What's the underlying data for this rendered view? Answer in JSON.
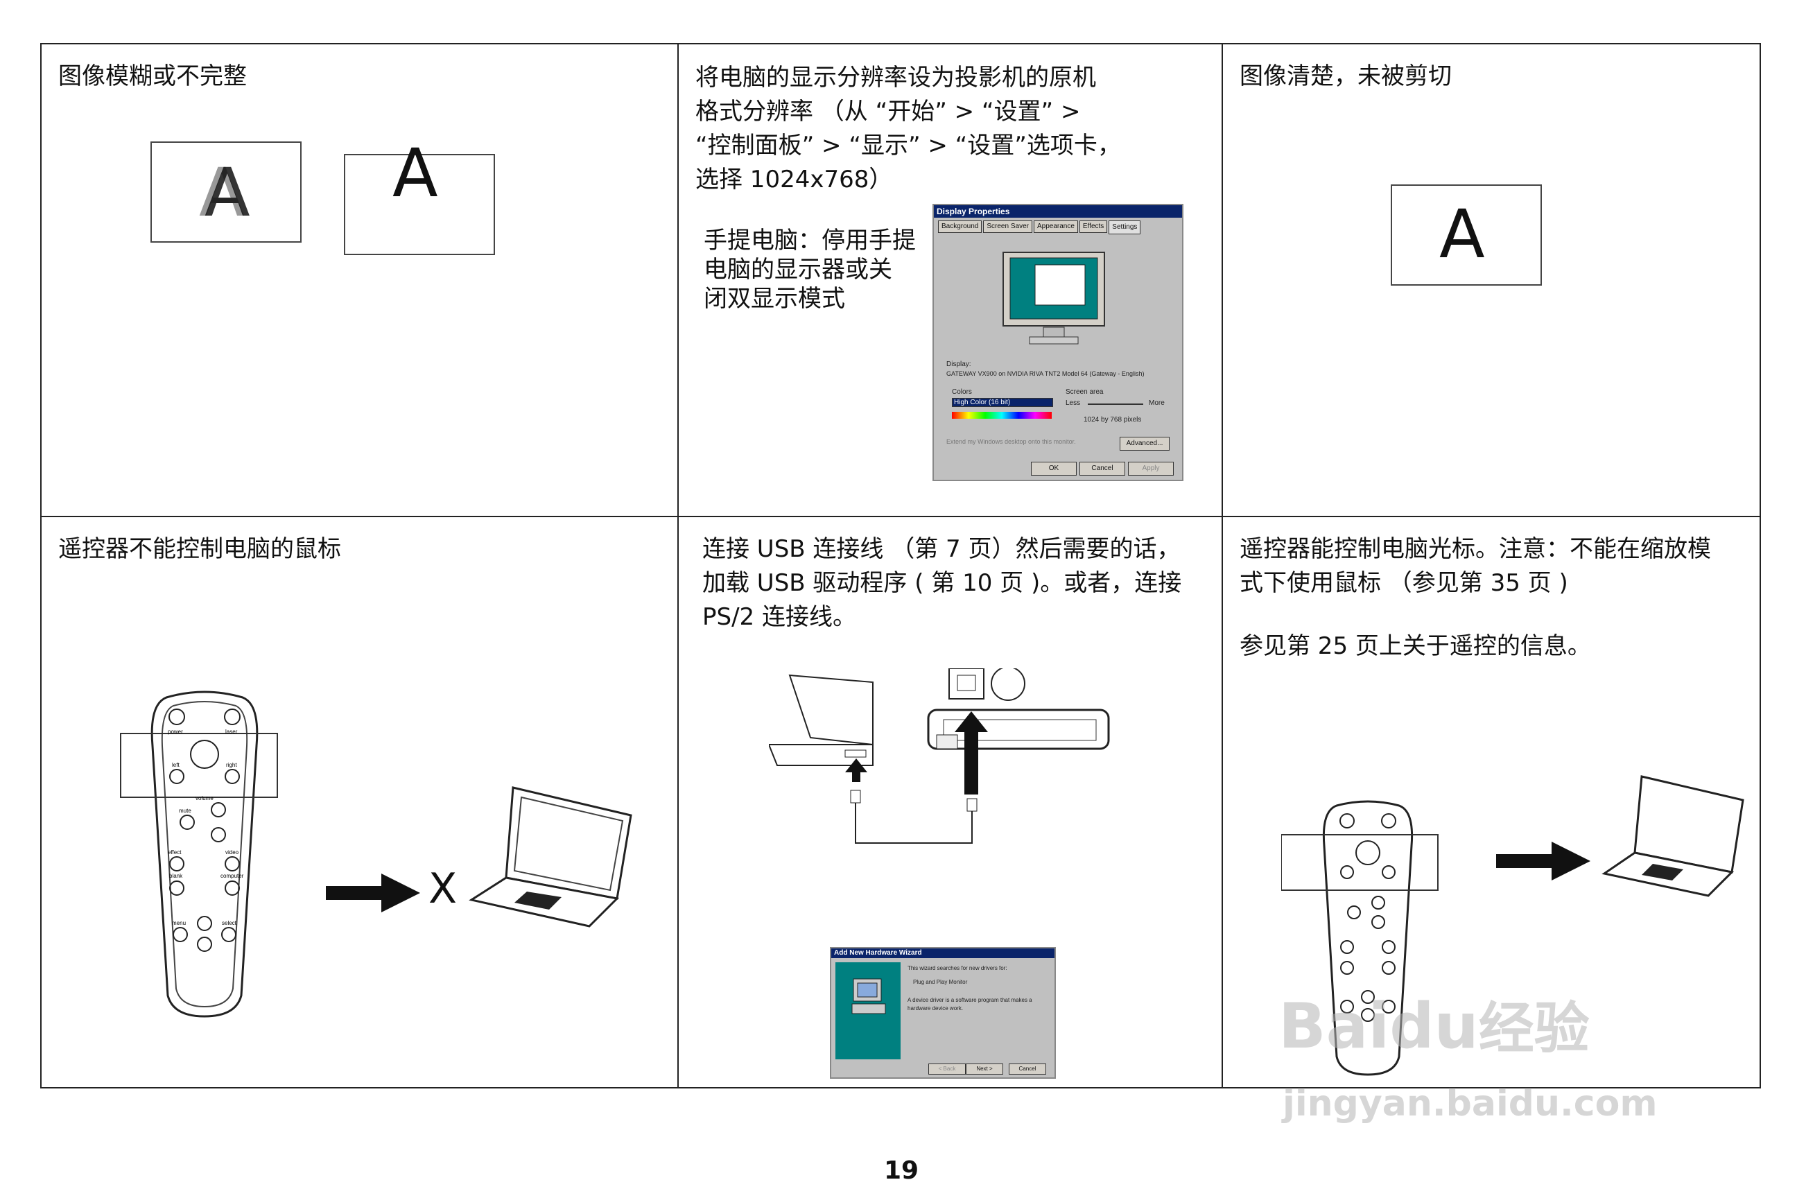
{
  "cells": {
    "c1": "图像模糊或不完整",
    "c2": "将电脑的显示分辨率设为投影机的原机\n格式分辨率 （从 “开始” > “设置” >\n“控制面板” > “显示” > “设置”选项卡，\n选择 1024x768）",
    "c2_note": "手提电脑：停用手提\n电脑的显示器或关\n闭双显示模式",
    "c3": "图像清楚，未被剪切",
    "c4": "遥控器不能控制电脑的鼠标",
    "c5": "连接 USB 连接线 （第 7 页）然后需要的话，\n加载 USB 驱动程序 ( 第 10 页 )。或者，连接\nPS/2 连接线。",
    "c6": "遥控器能控制电脑光标。注意：不能在缩放模\n式下使用鼠标 （参见第 35 页 )",
    "c6_note": "参见第 25 页上关于遥控的信息。"
  },
  "letters": {
    "a": "A",
    "x": "X"
  },
  "display_dialog": {
    "title": "Display Properties",
    "tabs": [
      "Background",
      "Screen Saver",
      "Appearance",
      "Effects",
      "Settings"
    ],
    "display_label": "Display:",
    "display_value": "GATEWAY VX900 on NVIDIA RIVA TNT2 Model 64 (Gateway - English)",
    "colors_label": "Colors",
    "colors_value": "High Color (16 bit)",
    "screen_area_label": "Screen area",
    "less": "Less",
    "more": "More",
    "resolution": "1024 by 768 pixels",
    "extend": "Extend my Windows desktop onto this monitor.",
    "advanced": "Advanced...",
    "ok": "OK",
    "cancel": "Cancel",
    "apply": "Apply"
  },
  "hw_wizard": {
    "title": "Add New Hardware Wizard",
    "line1": "This wizard searches for new drivers for:",
    "line2": "Plug and Play Monitor",
    "line3": "A device driver is a software program that makes a",
    "line4": "hardware device work.",
    "back": "< Back",
    "next": "Next >",
    "cancel": "Cancel"
  },
  "remote_labels": {
    "power": "power",
    "laser": "laser",
    "left": "left",
    "right": "right",
    "volume": "volume",
    "mute": "mute",
    "effect": "effect",
    "video": "video",
    "blank": "blank",
    "computer": "computer",
    "menu": "menu",
    "select": "select"
  },
  "page_number": "19",
  "watermark": {
    "brand": "Bai",
    "brand2": "du",
    "cn": "经验",
    "url": "jingyan.baidu.com"
  },
  "colors": {
    "border": "#222222",
    "dialog_gray": "#c0c0c0",
    "titlebar": "#0a246a",
    "teal": "#008080"
  }
}
